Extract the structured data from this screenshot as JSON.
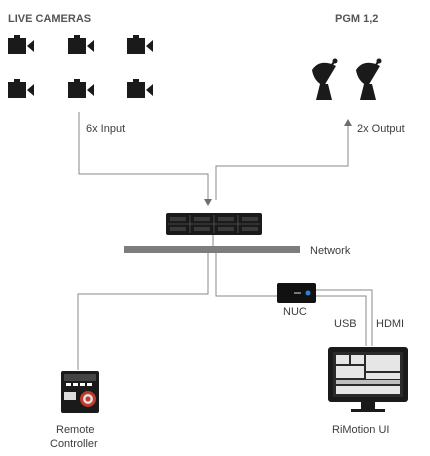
{
  "labels": {
    "live_cameras": "LIVE CAMERAS",
    "pgm": "PGM 1,2",
    "input": "6x Input",
    "output": "2x Output",
    "network": "Network",
    "nuc": "NUC",
    "usb": "USB",
    "hdmi": "HDMI",
    "remote_line1": "Remote",
    "remote_line2": "Controller",
    "rimotion": "RiMotion UI"
  },
  "colors": {
    "device_dark": "#1a1a1a",
    "line": "#8a8a8a",
    "network_bar": "#7d7d7d",
    "text": "#3d3d3d",
    "nuc_led": "#2f7fd8",
    "controller_knob": "#c0392b"
  },
  "icons": {
    "camera": "video-camera-icon",
    "satellite": "satellite-dish-icon",
    "server": "rack-server-icon",
    "nuc": "mini-pc-icon",
    "controller": "remote-controller-icon",
    "monitor": "monitor-icon"
  }
}
